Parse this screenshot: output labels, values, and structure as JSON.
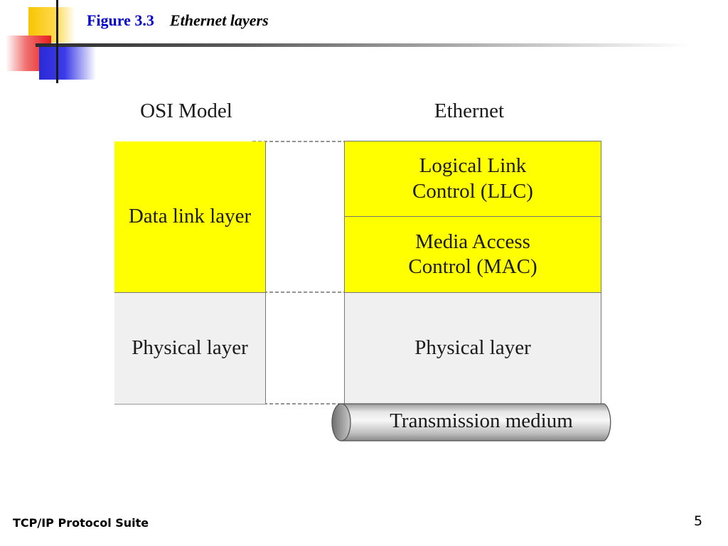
{
  "header": {
    "figure_label": "Figure 3.3",
    "figure_caption": "Ethernet layers"
  },
  "diagram": {
    "left_heading": "OSI Model",
    "right_heading": "Ethernet",
    "osi_layers": {
      "data_link": "Data link layer",
      "physical": "Physical layer"
    },
    "ethernet_layers": {
      "llc_line1": "Logical Link",
      "llc_line2": "Control (LLC)",
      "mac_line1": "Media Access",
      "mac_line2": "Control (MAC)",
      "physical": "Physical layer"
    },
    "medium": "Transmission medium",
    "colors": {
      "highlight": "#ffff00",
      "neutral": "#f0f0f0",
      "title_blue": "#0000cc"
    }
  },
  "footer": {
    "suite_name": "TCP/IP Protocol Suite",
    "page_number": "5"
  }
}
